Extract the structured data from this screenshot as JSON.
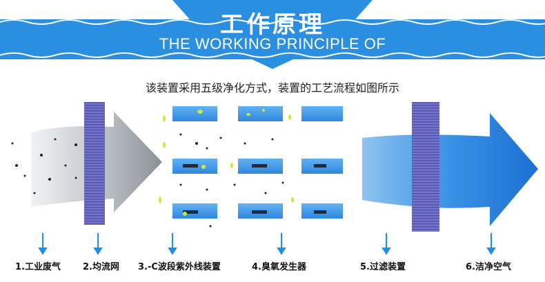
{
  "header": {
    "title": "工作原理",
    "subtitle": "THE WORKING PRINCIPLE OF",
    "band_color": "#2a8fe0"
  },
  "description": "该装置采用五级净化方式，装置的工艺流程如图所示",
  "stages": [
    {
      "label": "1.工业废气"
    },
    {
      "label": "2.均流网"
    },
    {
      "label": "3.-C波段紫外线装置"
    },
    {
      "label": "4.臭氧发生器"
    },
    {
      "label": "5.过滤装置"
    },
    {
      "label": "6.洁净空气"
    }
  ],
  "colors": {
    "arrow_blue": "#1f8fe6",
    "mesh": "#6f6fc8",
    "lamp_blue": "#3d9be9",
    "particle_green": "#c8ea3c",
    "dirty_gray": "#a9aeb4",
    "clean_blue": "#2a86e0"
  }
}
